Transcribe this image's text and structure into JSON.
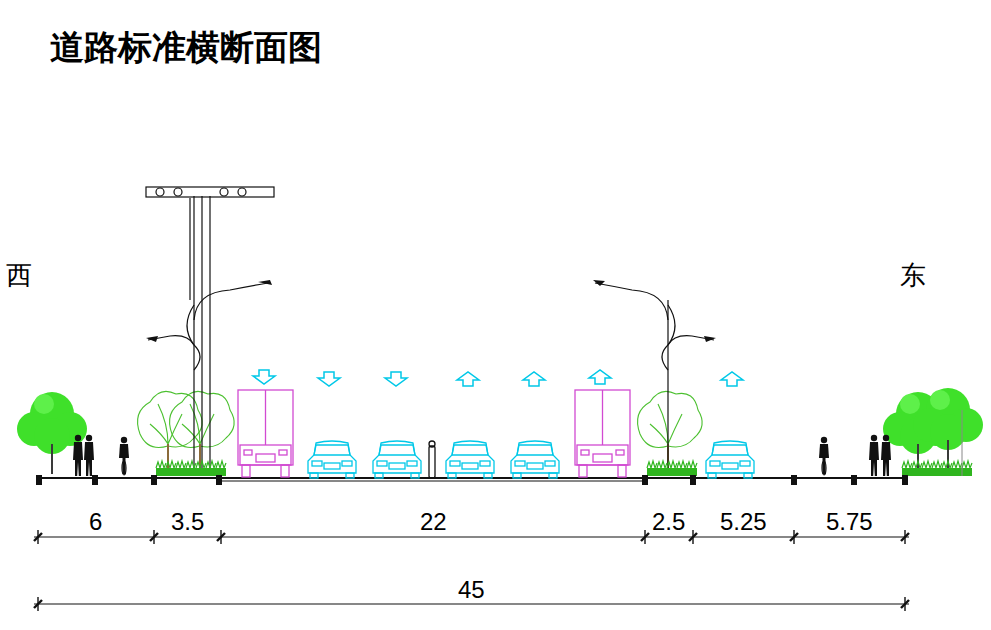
{
  "diagram": {
    "title": "道路标准横断面图",
    "labels": [
      "西",
      "东",
      "6",
      "3.5",
      "22",
      "2.5",
      "5.25",
      "5.75",
      "45"
    ]
  }
}
